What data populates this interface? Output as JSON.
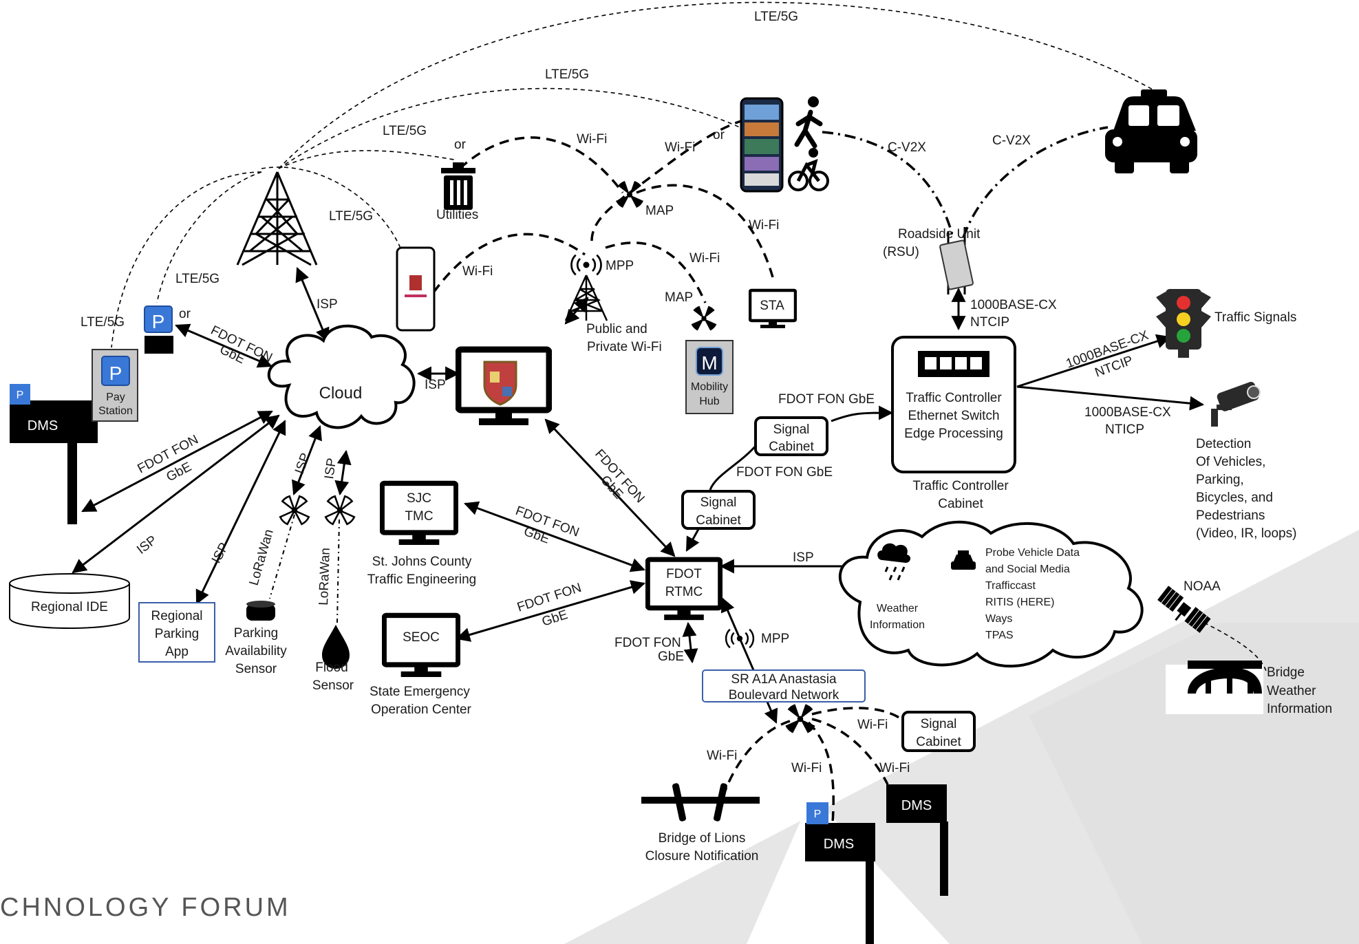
{
  "footer": {
    "text": "CHNOLOGY FORUM"
  },
  "links": {
    "lte_top": "LTE/5G",
    "lte_2": "LTE/5G",
    "lte_3": "LTE/5G",
    "lte_4": "LTE/5G",
    "lte_5": "LTE/5G",
    "lte_6": "LTE/5G",
    "or_1": "or",
    "or_2": "or",
    "or_3": "or",
    "wifi_1": "Wi-Fi",
    "wifi_2": "Wi-Fi",
    "wifi_3": "Wi-Fi",
    "wifi_4": "Wi-Fi",
    "wifi_5": "Wi-Fi",
    "wifi_6": "Wi-Fi",
    "wifi_7": "Wi-Fi",
    "wifi_8": "Wi-Fi",
    "wifi_9": "Wi-Fi",
    "cv2x_1": "C-V2X",
    "cv2x_2": "C-V2X",
    "isp_1": "ISP",
    "isp_2": "ISP",
    "isp_3": "ISP",
    "isp_4": "ISP",
    "isp_5": "ISP",
    "isp_6": "ISP",
    "isp_7": "ISP",
    "fon_gbe_1": "FDOT FON GbE",
    "fon_gbe_2": "FDOT FON GbE",
    "fon_1a": "FDOT FON",
    "fon_1b": "GbE",
    "fon_2a": "FDOT FON",
    "fon_2b": "GbE",
    "fon_3a": "FDOT FON",
    "fon_3b": "GbE",
    "fon_4a": "FDOT FON",
    "fon_4b": "GbE",
    "fon_5a": "FDOT FON",
    "fon_5b": "GbE",
    "fon_6a": "FDOT FON",
    "fon_6b": "GbE",
    "cx_1a": "1000BASE-CX",
    "cx_1b": "NTCIP",
    "cx_2a": "1000BASE-CX",
    "cx_2b": "NTCIP",
    "cx_3a": "1000BASE-CX",
    "cx_3b": "NTICP",
    "lorawan_1": "LoRaWan",
    "lorawan_2": "LoRaWan",
    "mpp_1": "MPP",
    "mpp_2": "MPP",
    "map_1": "MAP",
    "map_2": "MAP"
  },
  "nodes": {
    "cloud": "Cloud",
    "utilities": "Utilities",
    "dms_left": "DMS",
    "dms_left_badge": "P",
    "pay_station_1": "Pay",
    "pay_station_2": "Station",
    "pay_station_badge": "P",
    "parking_badge": "P",
    "regional_ide": "Regional IDE",
    "regional_parking_1": "Regional",
    "regional_parking_2": "Parking",
    "regional_parking_3": "App",
    "parking_sensor_1": "Parking",
    "parking_sensor_2": "Availability",
    "parking_sensor_3": "Sensor",
    "flood_sensor_1": "Flood",
    "flood_sensor_2": "Sensor",
    "public_wifi_1": "Public and",
    "public_wifi_2": "Private Wi-Fi",
    "mobility_hub_letter": "M",
    "mobility_hub_1": "Mobility",
    "mobility_hub_2": "Hub",
    "sta": "STA",
    "rsu_1": "Roadside Unit",
    "rsu_2": "(RSU)",
    "tc_1": "Traffic Controller",
    "tc_2": "Ethernet Switch",
    "tc_3": "Edge Processing",
    "tc_cab_1": "Traffic Controller",
    "tc_cab_2": "Cabinet",
    "traffic_signals": "Traffic Signals",
    "detection_1": "Detection",
    "detection_2": "Of Vehicles,",
    "detection_3": "Parking,",
    "detection_4": "Bicycles, and",
    "detection_5": "Pedestrians",
    "detection_6": "(Video, IR, loops)",
    "signal_cab_a1": "Signal",
    "signal_cab_a2": "Cabinet",
    "signal_cab_b1": "Signal",
    "signal_cab_b2": "Cabinet",
    "signal_cab_c1": "Signal",
    "signal_cab_c2": "Cabinet",
    "sjc_tmc_1": "SJC",
    "sjc_tmc_2": "TMC",
    "sjc_label_1": "St. Johns County",
    "sjc_label_2": "Traffic Engineering",
    "seoc": "SEOC",
    "seoc_label_1": "State Emergency",
    "seoc_label_2": "Operation Center",
    "rtmc_1": "FDOT",
    "rtmc_2": "RTMC",
    "weather_1": "Weather",
    "weather_2": "Information",
    "probe_1": "Probe Vehicle  Data",
    "probe_2": "and Social Media",
    "probe_3": "Trafficcast",
    "probe_4": "RITIS (HERE)",
    "probe_5": "Ways",
    "probe_6": "TPAS",
    "noaa": "NOAA",
    "bridge_weather_1": "Bridge",
    "bridge_weather_2": "Weather",
    "bridge_weather_3": "Information",
    "sr_a1a_1": "SR A1A Anastasia",
    "sr_a1a_2": "Boulevard Network",
    "bridge_lions_1": "Bridge of Lions",
    "bridge_lions_2": "Closure Notification",
    "dms_bottom_1": "DMS",
    "dms_bottom_badge": "P",
    "dms_bottom_2": "DMS"
  }
}
